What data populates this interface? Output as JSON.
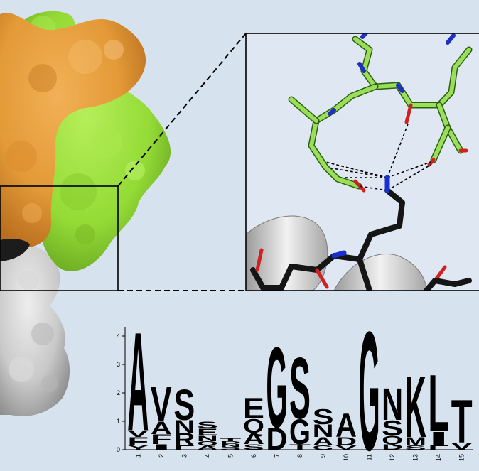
{
  "figure": {
    "logo_yaxis": {
      "ticks": [
        "0",
        "1",
        "2",
        "3",
        "4"
      ]
    },
    "logo_positions": [
      "1",
      "2",
      "3",
      "4",
      "5",
      "6",
      "7",
      "8",
      "9",
      "10",
      "11",
      "12",
      "13",
      "14",
      "15"
    ]
  },
  "chart_data": {
    "type": "sequence-logo",
    "ylim": [
      0,
      4.3
    ],
    "positions": [
      {
        "pos": "1",
        "stack": [
          [
            "Y",
            0.15
          ],
          [
            "F",
            0.3
          ],
          [
            "V",
            0.25
          ],
          [
            "A",
            3.55
          ]
        ]
      },
      {
        "pos": "2",
        "stack": [
          [
            "I",
            0.2
          ],
          [
            "F",
            0.35
          ],
          [
            "A",
            0.45
          ],
          [
            "V",
            1.25
          ]
        ]
      },
      {
        "pos": "3",
        "stack": [
          [
            "F",
            0.15
          ],
          [
            "R",
            0.45
          ],
          [
            "N",
            0.45
          ],
          [
            "S",
            1.1
          ]
        ]
      },
      {
        "pos": "4",
        "stack": [
          [
            "A",
            0.15
          ],
          [
            "Q",
            0.15
          ],
          [
            "N",
            0.2
          ],
          [
            "E",
            0.25
          ],
          [
            "S",
            0.25
          ]
        ]
      },
      {
        "pos": "5",
        "stack": [
          [
            "S",
            0.1
          ],
          [
            "N",
            0.1
          ],
          [
            "D",
            0.1
          ],
          [
            "T",
            0.1
          ]
        ]
      },
      {
        "pos": "6",
        "stack": [
          [
            "S",
            0.2
          ],
          [
            "A",
            0.4
          ],
          [
            "Q",
            0.5
          ],
          [
            "E",
            0.75
          ]
        ]
      },
      {
        "pos": "7",
        "stack": [
          [
            "D",
            0.8
          ],
          [
            "G",
            2.9
          ]
        ]
      },
      {
        "pos": "8",
        "stack": [
          [
            "T",
            0.2
          ],
          [
            "G",
            0.9
          ],
          [
            "S",
            2.2
          ]
        ]
      },
      {
        "pos": "9",
        "stack": [
          [
            "G",
            0.15
          ],
          [
            "A",
            0.3
          ],
          [
            "N",
            0.45
          ],
          [
            "S",
            0.55
          ]
        ]
      },
      {
        "pos": "10",
        "stack": [
          [
            "V",
            0.15
          ],
          [
            "D",
            0.3
          ],
          [
            "A",
            0.85
          ]
        ]
      },
      {
        "pos": "11",
        "stack": [
          [
            "G",
            4.3
          ]
        ]
      },
      {
        "pos": "12",
        "stack": [
          [
            "D",
            0.2
          ],
          [
            "Q",
            0.3
          ],
          [
            "S",
            0.55
          ],
          [
            "N",
            1.15
          ]
        ]
      },
      {
        "pos": "13",
        "stack": [
          [
            "S",
            0.15
          ],
          [
            "M",
            0.3
          ],
          [
            "K",
            2.2
          ]
        ]
      },
      {
        "pos": "14",
        "stack": [
          [
            "F",
            0.15
          ],
          [
            "I",
            0.5
          ],
          [
            "L",
            2.05
          ]
        ]
      },
      {
        "pos": "15",
        "stack": [
          [
            "V",
            0.25
          ],
          [
            "T",
            1.55
          ]
        ]
      }
    ]
  }
}
